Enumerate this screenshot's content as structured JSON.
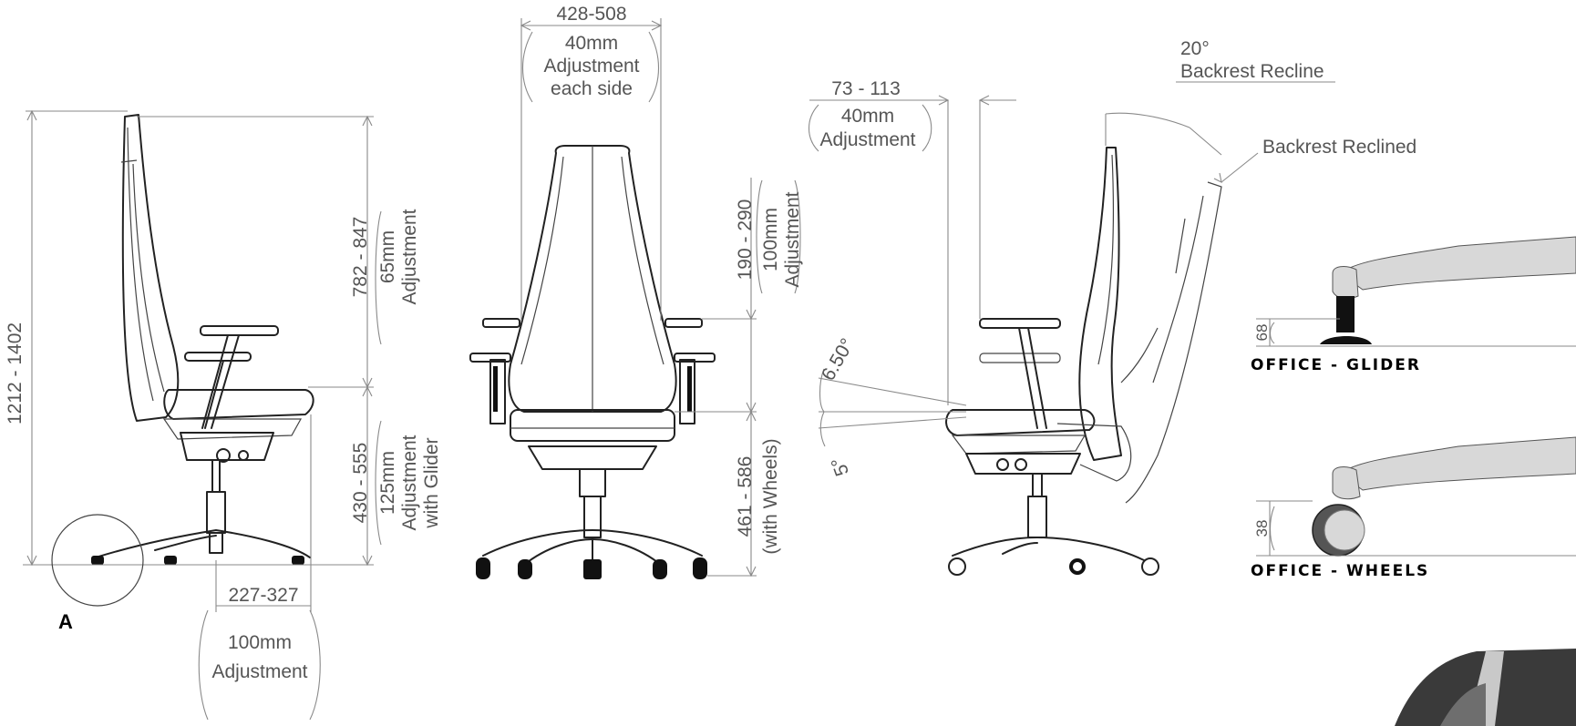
{
  "side_view": {
    "overall_height": "1212 - 1402",
    "back_height": "782 - 847",
    "back_adjust_1": "65mm",
    "back_adjust_2": "Adjustment",
    "seat_height": "430 - 555",
    "seat_adjust_1": "125mm",
    "seat_adjust_2": "Adjustment",
    "seat_adjust_3": "with Glider",
    "seat_depth": "227-327",
    "seat_depth_adjust_1": "100mm",
    "seat_depth_adjust_2": "Adjustment",
    "detail_label": "A"
  },
  "front_view": {
    "arm_width": "428-508",
    "arm_adjust_1": "40mm",
    "arm_adjust_2": "Adjustment",
    "arm_adjust_3": "each side",
    "arm_height": "190 - 290",
    "arm_height_adjust_1": "100mm",
    "arm_height_adjust_2": "Adjustment",
    "wheel_height": "461 - 586",
    "wheel_height_note": "(with Wheels)"
  },
  "recline_view": {
    "arm_depth": "73 - 113",
    "arm_depth_adjust_1": "40mm",
    "arm_depth_adjust_2": "Adjustment",
    "recline_angle": "20°",
    "recline_label": "Backrest Recline",
    "reclined_label": "Backrest Reclined",
    "seat_tilt_up": "6.50°",
    "seat_tilt_down": "5°"
  },
  "options": {
    "glider_dim": "68",
    "glider_label": "OFFICE - GLIDER",
    "wheels_dim": "38",
    "wheels_label": "OFFICE - WHEELS"
  }
}
